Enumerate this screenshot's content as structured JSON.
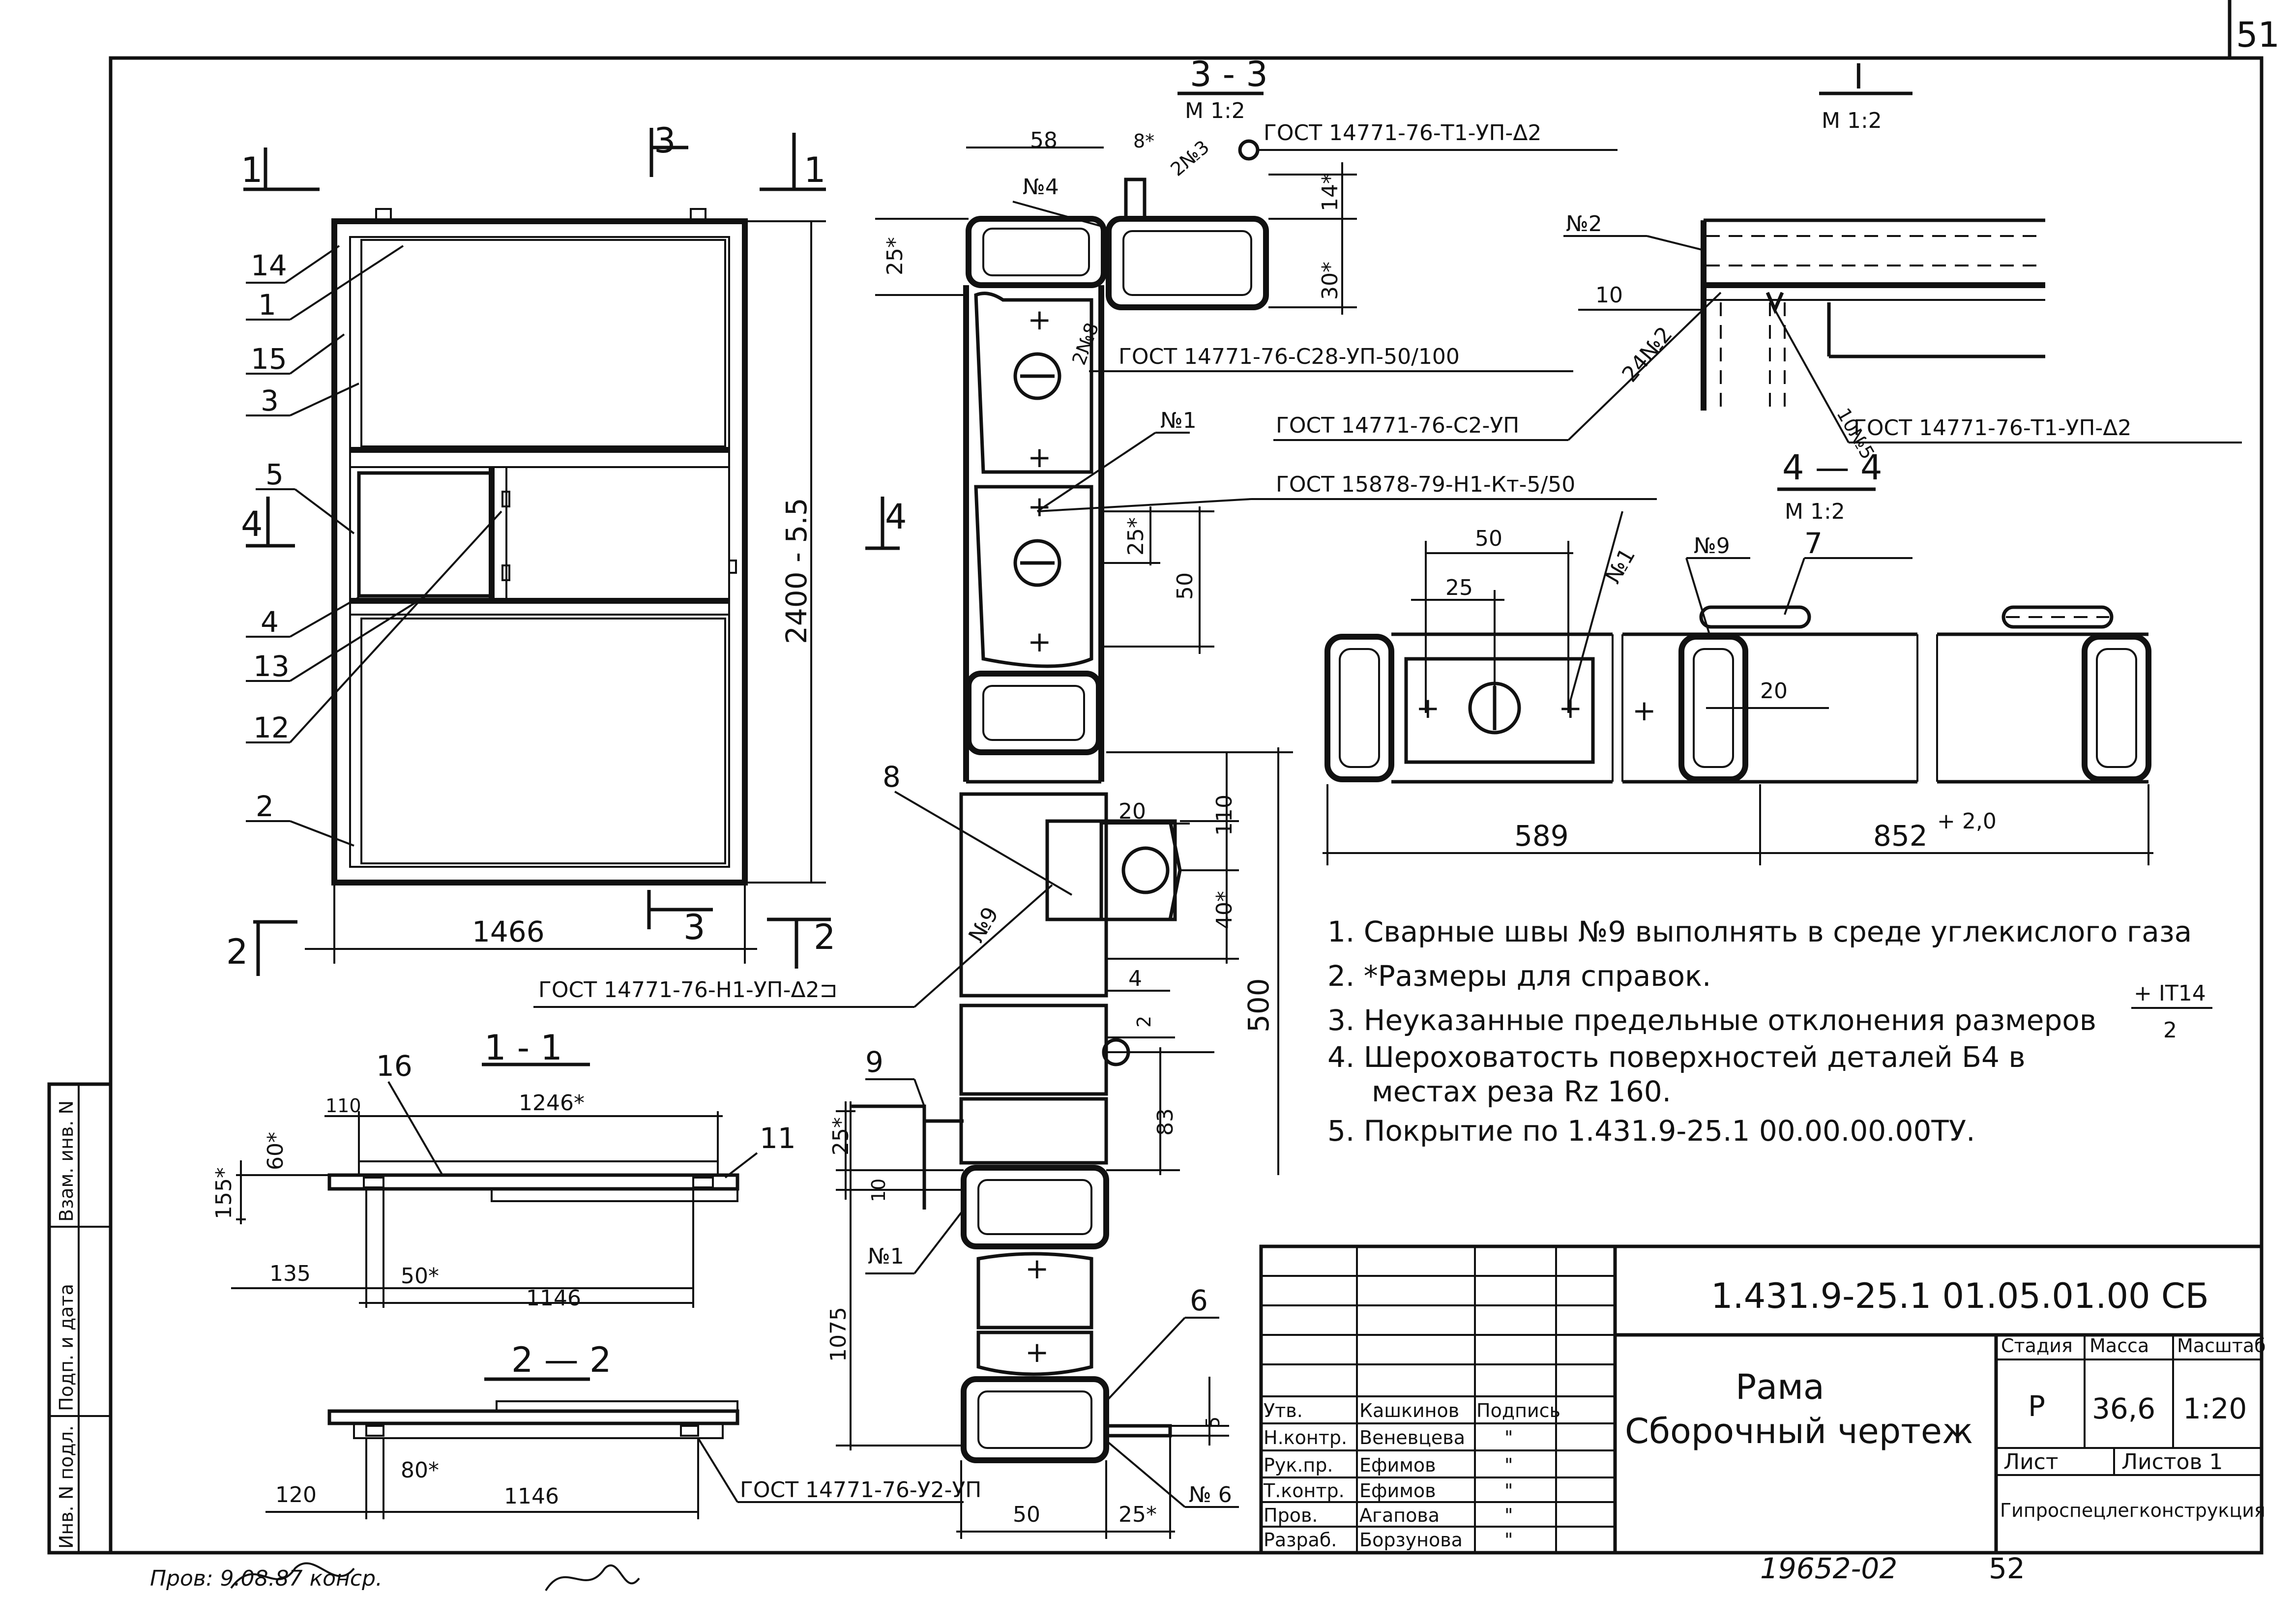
{
  "sheet": {
    "top_number": "51"
  },
  "binding": {
    "inv_no": "Инв. N подл.",
    "sign_date": "Подп. и дата",
    "replace_inv": "Взам. инв. N"
  },
  "markers": {
    "m1": "1",
    "m2": "2",
    "m3": "3",
    "m4": "4"
  },
  "callouts": {
    "c1": "1",
    "c2": "2",
    "c3": "3",
    "c4": "4",
    "c5": "5",
    "c6": "6",
    "c7": "7",
    "c8": "8",
    "c9": "9",
    "c11": "11",
    "c12": "12",
    "c13": "13",
    "c14": "14",
    "c15": "15",
    "c16": "16"
  },
  "dims": {
    "height": "2400 - 5.5",
    "width": "1466"
  },
  "sections": {
    "s11": "1 - 1",
    "s22": "2 — 2",
    "s33": "3 - 3",
    "s44": "4 — 4",
    "dI": "I",
    "scale": "М 1:2"
  },
  "s11": {
    "d1246": "1246*",
    "d110": "110",
    "d60": "60*",
    "d155": "155*",
    "d135": "135",
    "d50": "50*",
    "d1146": "1146"
  },
  "s22": {
    "d120": "120",
    "d80": "80*",
    "d1146": "1146"
  },
  "s33": {
    "d58": "58",
    "d8": "8*",
    "n4": "№4",
    "w2n3": "2№3",
    "d25": "25*",
    "d14": "14*",
    "d30": "30*",
    "w2n8": "2№8",
    "n1": "№1",
    "d50": "50",
    "n9": "№9",
    "d20": "20",
    "d110": "110",
    "d40": "40*",
    "d500": "500",
    "d4": "4",
    "d2": "2",
    "d83": "83",
    "d10": "10",
    "d1075": "1075",
    "d5": "5",
    "n6": "№ 6"
  },
  "dI": {
    "n2": "№2",
    "d10": "10",
    "w24n2": "24№2",
    "w10n5": "10№5"
  },
  "s44": {
    "d50": "50",
    "d25": "25",
    "n1": "№1",
    "n9": "№9",
    "d20": "20",
    "d589": "589",
    "d852": "852",
    "tol": "+ 2,0"
  },
  "welds": {
    "t1": "ГОСТ 14771-76-Т1-УП-Δ2",
    "c28": "ГОСТ 14771-76-С28-УП-50/100",
    "c2": "ГОСТ 14771-76-С2-УП",
    "kt5": "ГОСТ 15878-79-Н1-Кт-5/50",
    "t1d": "ГОСТ 14771-76-Т1-УП-Δ2",
    "h1": "ГОСТ 14771-76-Н1-УП-Δ2⊐",
    "y2": "ГОСТ 14771-76-У2-УП"
  },
  "glyphs": {
    "plus": "+"
  },
  "notes": [
    "1. Сварные швы №9 выполнять в среде углекислого газа",
    "2. *Размеры для справок.",
    "3. Неуказанные предельные отклонения размеров",
    "4. Шероховатость поверхностей деталей Б4 в",
    "5. Покрытие по 1.431.9-25.1 00.00.00.00ТУ."
  ],
  "notes_extra": {
    "tol_top": "+ IT14",
    "tol_bottom": "2",
    "n4_cont": "местах реза Rz 160."
  },
  "titleblock": {
    "code": "1.431.9-25.1 01.05.01.00 СБ",
    "title1": "Рама",
    "title2": "Сборочный чертеж",
    "stage_label": "Стадия",
    "mass_label": "Масса",
    "scale_label": "Масштаб",
    "stage": "Р",
    "mass": "36,6",
    "scale": "1:20",
    "sheet_label": "Лист",
    "sheets_label": "Листов 1",
    "org": "Гипроспецлегконструкция",
    "signers": [
      {
        "role": "Утв.",
        "name": "Кашкинов",
        "sign": "Подпись"
      },
      {
        "role": "Н.контр.",
        "name": "Веневцева",
        "sign": "\""
      },
      {
        "role": "Рук.пр.",
        "name": "Ефимов",
        "sign": "\""
      },
      {
        "role": "Т.контр.",
        "name": "Ефимов",
        "sign": "\""
      },
      {
        "role": "Пров.",
        "name": "Агапова",
        "sign": "\""
      },
      {
        "role": "Разраб.",
        "name": "Борзунова",
        "sign": "\""
      }
    ]
  },
  "footer": {
    "archive": "19652-02",
    "page": "52",
    "checked": "Пров: 9.08.87 конср."
  }
}
